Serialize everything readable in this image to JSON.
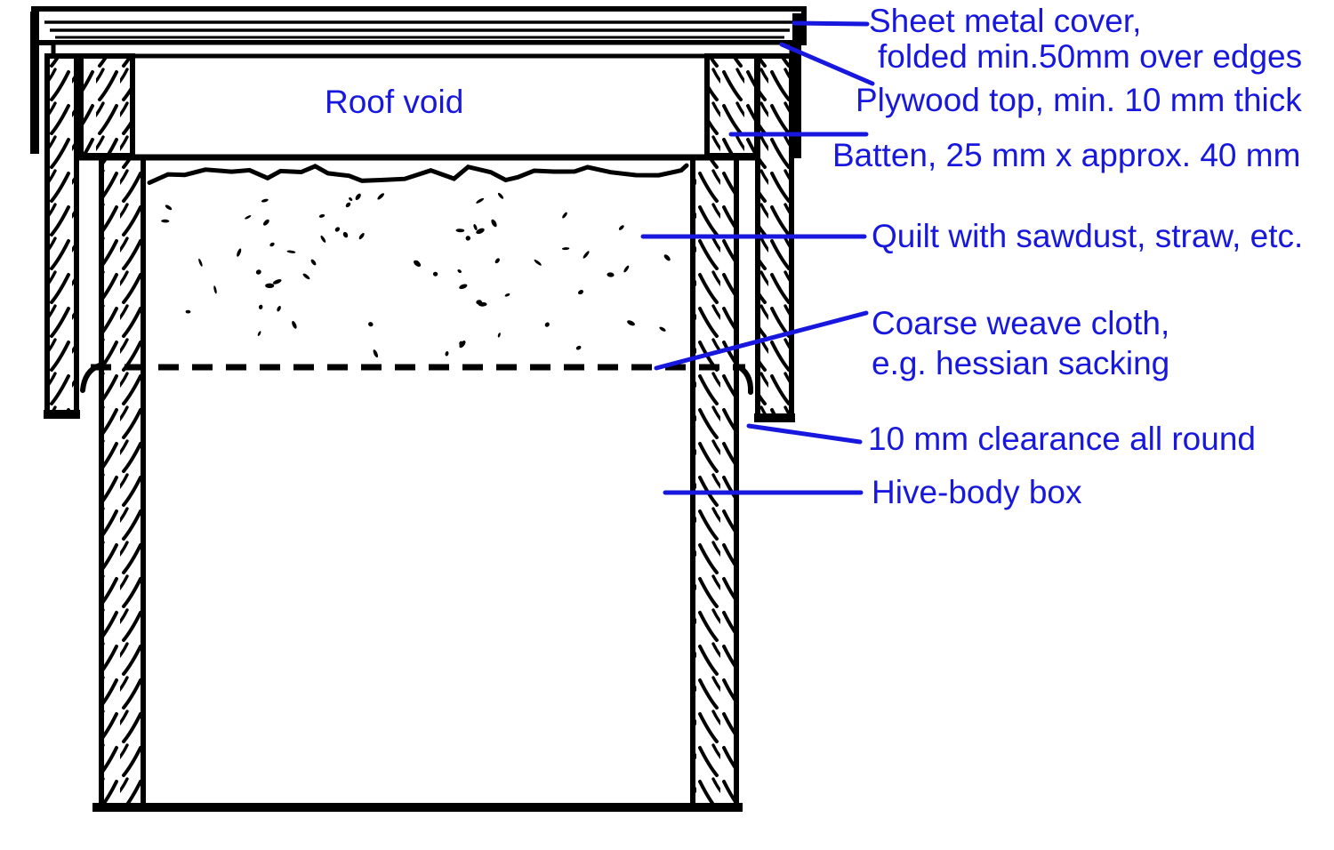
{
  "colors": {
    "label_blue": "#1717dd",
    "ink_black": "#000000",
    "background": "#ffffff"
  },
  "diagram": {
    "interior_label": "Roof void",
    "callouts": [
      {
        "id": "sheet-metal-cover",
        "line1": "Sheet metal cover,",
        "line2": "folded min.50mm over edges"
      },
      {
        "id": "plywood-top",
        "text": "Plywood top, min. 10 mm thick"
      },
      {
        "id": "batten",
        "text": "Batten, 25 mm x approx. 40 mm"
      },
      {
        "id": "quilt",
        "text": "Quilt with sawdust, straw, etc."
      },
      {
        "id": "coarse-weave-cloth",
        "line1": "Coarse weave cloth,",
        "line2": "e.g. hessian sacking"
      },
      {
        "id": "clearance",
        "text": "10 mm clearance all round"
      },
      {
        "id": "hive-body-box",
        "text": "Hive-body box"
      }
    ]
  }
}
